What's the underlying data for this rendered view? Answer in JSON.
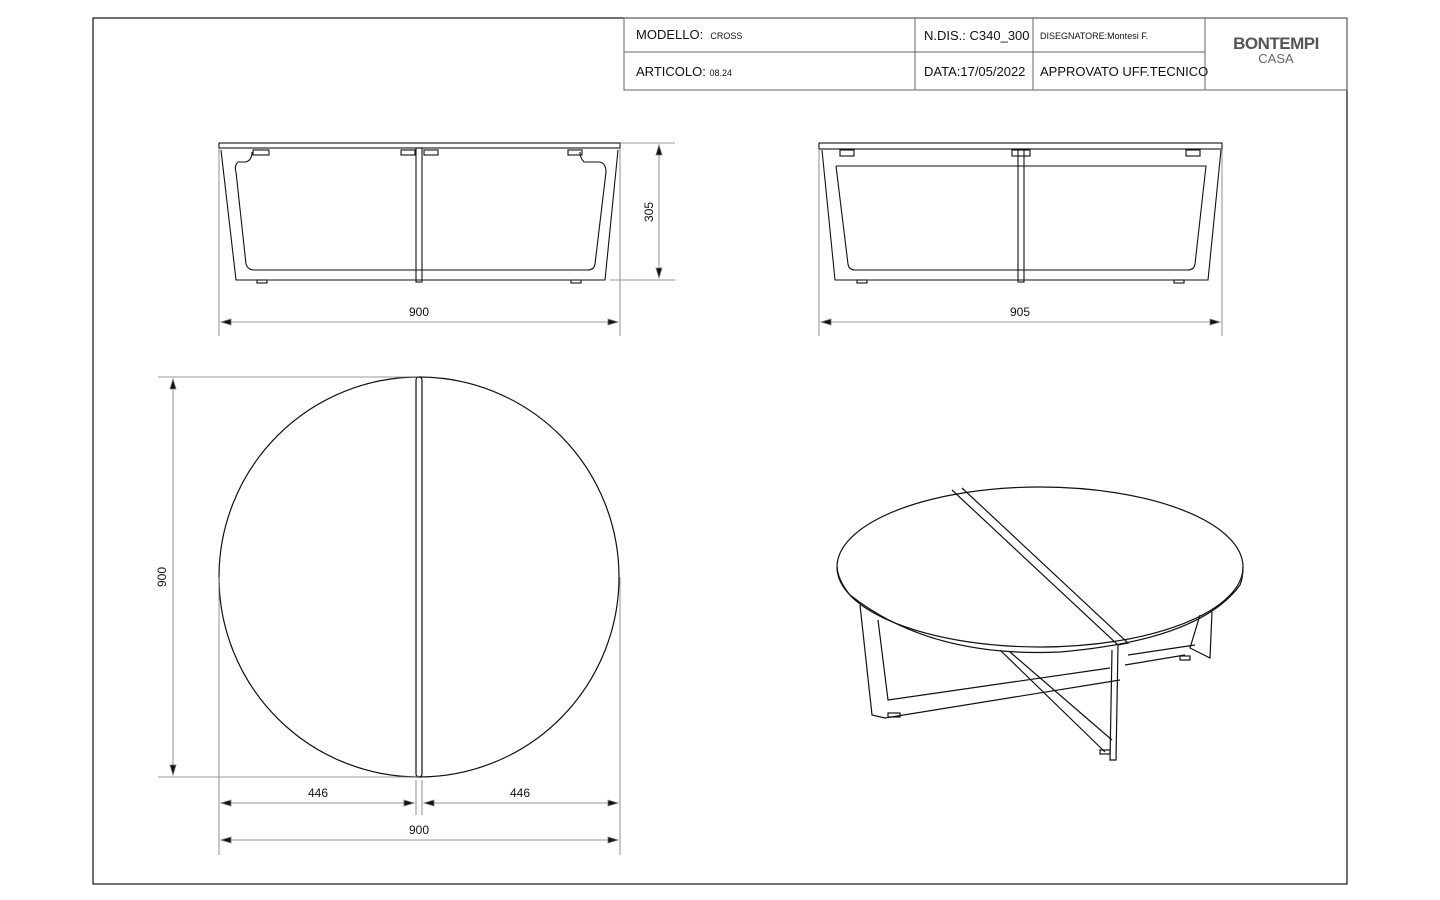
{
  "title_block": {
    "modello_label": "MODELLO:",
    "modello_value": "CROSS",
    "articolo_label": "ARTICOLO:",
    "articolo_value": "08.24",
    "ndis": "N.DIS.: C340_300",
    "data": "DATA:17/05/2022",
    "disegnatore": "DISEGNATORE:Montesi F.",
    "approvato": "APPROVATO UFF.TECNICO",
    "logo_brand": "BONTEMPI",
    "logo_sub": "CASA"
  },
  "dimensions": {
    "front_width": "900",
    "front_height": "305",
    "side_width": "905",
    "top_diameter_v": "900",
    "top_half_left": "446",
    "top_half_right": "446",
    "top_diameter_h": "900"
  }
}
